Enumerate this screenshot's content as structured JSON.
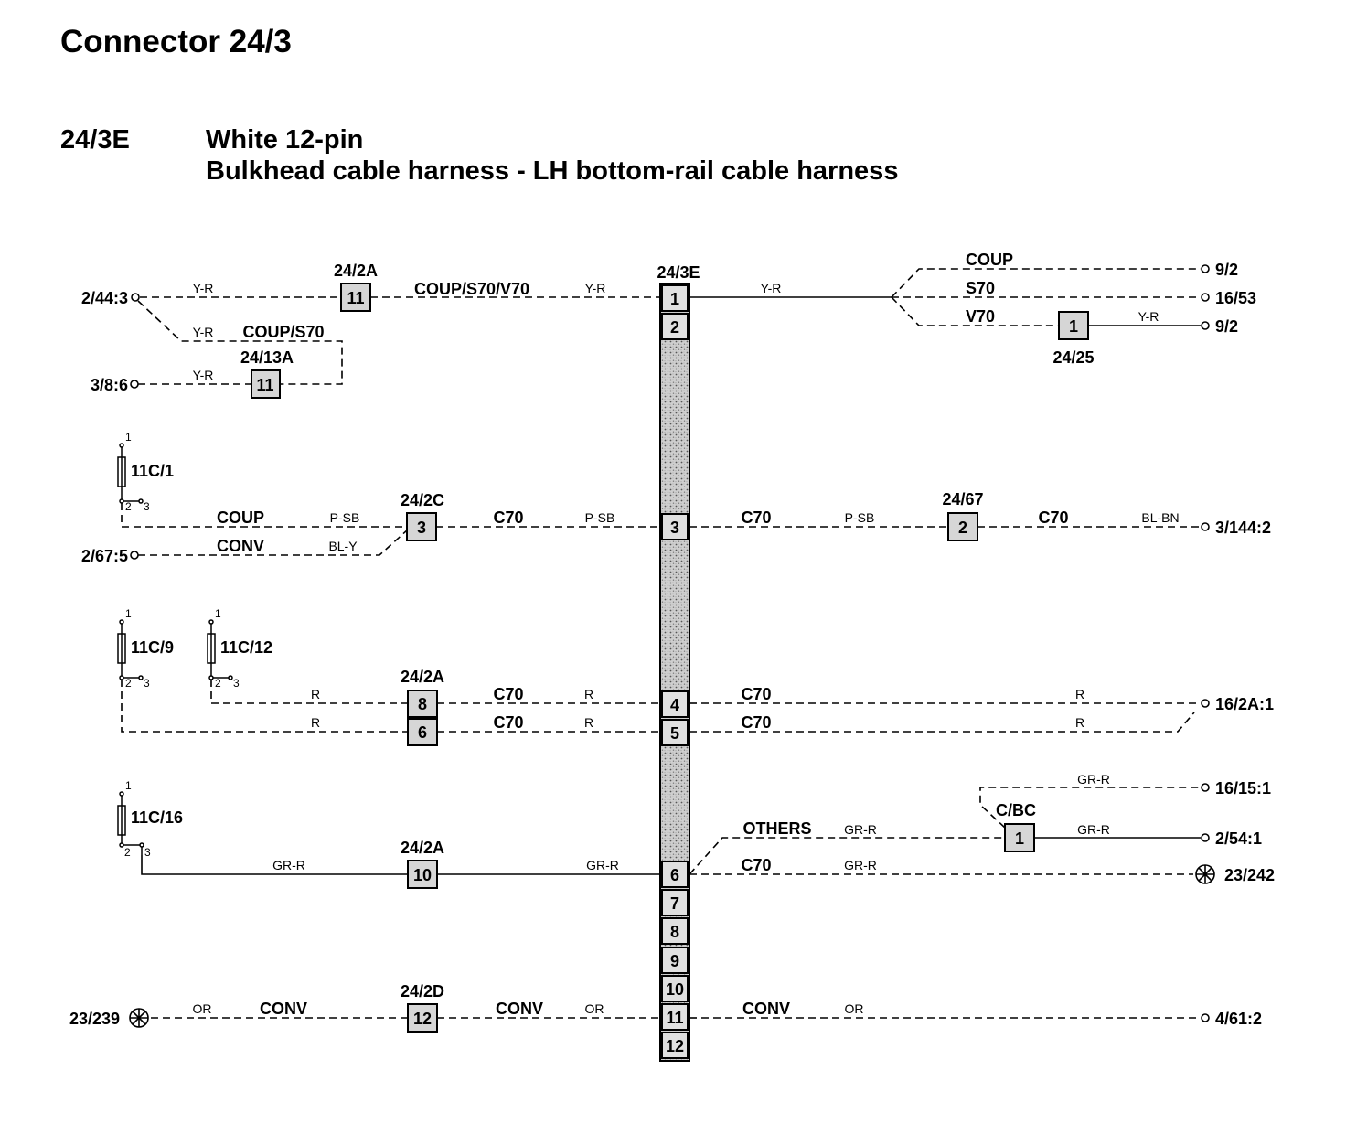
{
  "header": {
    "title": "Connector 24/3",
    "connector_id": "24/3E",
    "subtitle_line1": "White 12-pin",
    "subtitle_line2": "Bulkhead cable harness - LH bottom-rail cable harness"
  },
  "main_connector": {
    "label": "24/3E",
    "pins": [
      "1",
      "2",
      "3",
      "4",
      "5",
      "6",
      "7",
      "8",
      "9",
      "10",
      "11",
      "12"
    ]
  },
  "colors": {
    "ink": "#000000",
    "paper": "#ffffff",
    "stipple_fill": "#c9c9c9"
  },
  "fuses": [
    {
      "name": "11C/1",
      "pin_top": "1",
      "pin_a": "2",
      "pin_b": "3"
    },
    {
      "name": "11C/9",
      "pin_top": "1",
      "pin_a": "2",
      "pin_b": "3"
    },
    {
      "name": "11C/12",
      "pin_top": "1",
      "pin_a": "2",
      "pin_b": "3"
    },
    {
      "name": "11C/16",
      "pin_top": "1",
      "pin_a": "2",
      "pin_b": "3"
    }
  ],
  "inline_connectors": [
    {
      "label": "24/2A",
      "pin": "11"
    },
    {
      "label": "24/13A",
      "pin": "11"
    },
    {
      "label": "24/25",
      "pin": "1"
    },
    {
      "label": "24/2C",
      "pin": "3"
    },
    {
      "label": "24/67",
      "pin": "2"
    },
    {
      "label": "24/2A",
      "pins": [
        "8",
        "6"
      ]
    },
    {
      "label": "C/BC",
      "pin": "1"
    },
    {
      "label": "24/2A",
      "pin": "10"
    },
    {
      "label": "24/2D",
      "pin": "12"
    }
  ],
  "terminals": {
    "left": [
      "2/44:3",
      "3/8:6",
      "2/67:5",
      "23/239"
    ],
    "right": [
      "9/2",
      "16/53",
      "9/2",
      "3/144:2",
      "16/2A:1",
      "16/15:1",
      "2/54:1",
      "23/242",
      "4/61:2"
    ]
  },
  "wire_labels": {
    "pin1_left_a": "Y-R",
    "pin1_left_variant": "COUP/S70/V70",
    "pin1_left_b": "Y-R",
    "pin1_branch_a": "Y-R",
    "pin1_branch_variant": "COUP/S70",
    "pin1_branch_b": "Y-R",
    "pin1_right": "Y-R",
    "pin1_coup": "COUP",
    "pin1_s70": "S70",
    "pin1_v70": "V70",
    "pin1_v70_color": "Y-R",
    "pin3_l_coup": "COUP",
    "pin3_l_coup_color": "P-SB",
    "pin3_l_conv": "CONV",
    "pin3_l_conv_color": "BL-Y",
    "pin3_l_c70": "C70",
    "pin3_l_color": "P-SB",
    "pin3_r_c70": "C70",
    "pin3_r_color": "P-SB",
    "pin3_r2_c70": "C70",
    "pin3_r2_color": "BL-BN",
    "pin4_l_color": "R",
    "pin4_l_c70": "C70",
    "pin4_l_color2": "R",
    "pin4_r_c70": "C70",
    "pin4_r_color": "R",
    "pin5_l_color": "R",
    "pin5_l_c70": "C70",
    "pin5_l_color2": "R",
    "pin5_r_c70": "C70",
    "pin5_r_color": "R",
    "pin6_l_color": "GR-R",
    "pin6_l_color2": "GR-R",
    "pin6_others": "OTHERS",
    "pin6_others_color": "GR-R",
    "pin6_c70": "C70",
    "pin6_c70_color": "GR-R",
    "cbc_top_color": "GR-R",
    "cbc_right_color": "GR-R",
    "pin11_l_color": "OR",
    "pin11_l_conv": "CONV",
    "pin11_l_conv2": "CONV",
    "pin11_l_color2": "OR",
    "pin11_r_conv": "CONV",
    "pin11_r_color": "OR"
  }
}
